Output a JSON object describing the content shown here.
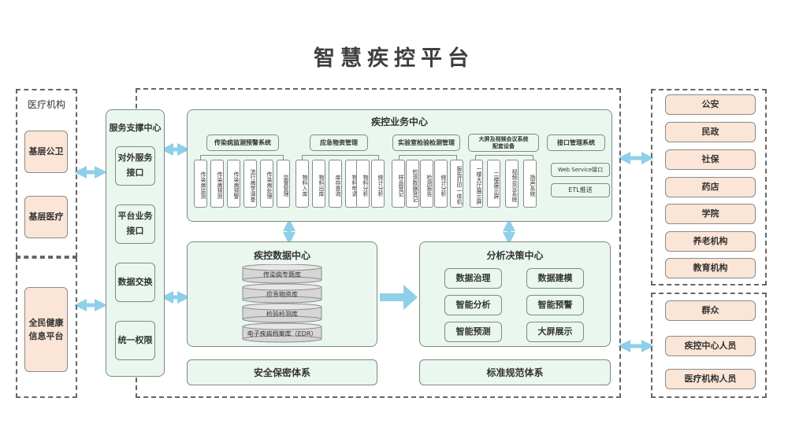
{
  "title": "智慧疾控平台",
  "colors": {
    "arrow": "#8ecfe9",
    "green_fill": "#eaf7ef",
    "peach_fill": "#fbe5d6",
    "border": "#7e8a82"
  },
  "left": {
    "medical_label": "医疗机构",
    "medical_items": [
      "基层公卫",
      "基层医疗"
    ],
    "health_platform": "全民健康\n信息平台"
  },
  "support": {
    "title": "服务支撑中心",
    "items": [
      "对外服务\n接口",
      "平台业务\n接口",
      "数据交换",
      "统一权限"
    ]
  },
  "business": {
    "title": "疾控业务中心",
    "groups": [
      {
        "title": "传染病监测预警系统",
        "items": [
          "传染病监测",
          "传染病预测",
          "传染病预警",
          "流行病学调查",
          "传染病处理",
          "监督管理"
        ]
      },
      {
        "title": "应急物资管理",
        "items": [
          "物料入库",
          "物料出库",
          "库存查询",
          "物料申请",
          "物料分析",
          "统计分析"
        ]
      },
      {
        "title": "实验室检验检测管理",
        "items": [
          "样品登记",
          "检测数据登记",
          "检测报告",
          "统计分析",
          "报告打印一体机"
        ]
      },
      {
        "title": "大屏及视频会议系统\n配套设备",
        "items": [
          "一楼大厅展示屏",
          "二楼展示屏",
          "视频会议系统",
          "扬声系统"
        ]
      },
      {
        "title": "接口管理系统",
        "items": [
          "Web Service接口",
          "ETL推送"
        ]
      }
    ]
  },
  "data_center": {
    "title": "疾控数据中心",
    "dbs": [
      "传染病专题库",
      "应急物资库",
      "检验检测库",
      "电子疾病档案库（EDR）"
    ]
  },
  "analysis": {
    "title": "分析决策中心",
    "items": [
      "数据治理",
      "数据建模",
      "智能分析",
      "智能预警",
      "智能预测",
      "大屏展示"
    ]
  },
  "bottom": {
    "security": "安全保密体系",
    "standards": "标准规范体系"
  },
  "right": {
    "top_items": [
      "公安",
      "民政",
      "社保",
      "药店",
      "学院",
      "养老机构",
      "教育机构"
    ],
    "bottom_items": [
      "群众",
      "疾控中心人员",
      "医疗机构人员"
    ]
  }
}
